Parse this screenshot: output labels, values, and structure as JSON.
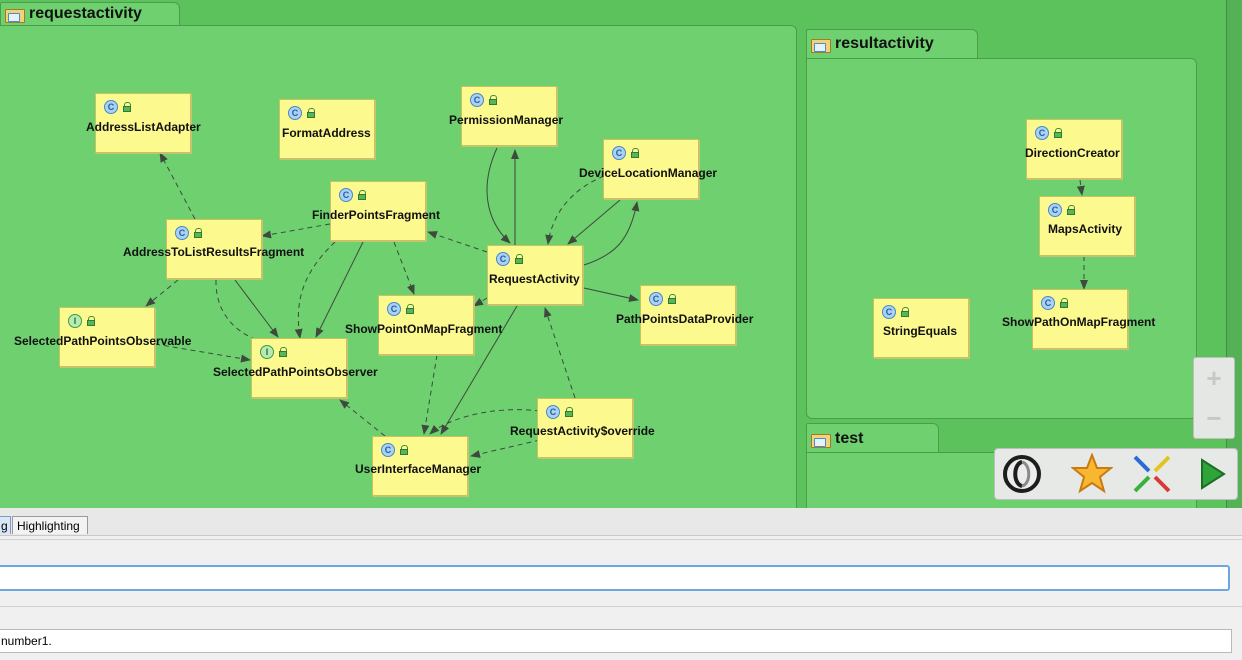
{
  "packages": {
    "requestactivity": {
      "label": "requestactivity"
    },
    "resultactivity": {
      "label": "resultactivity"
    },
    "test": {
      "label": "test"
    }
  },
  "nodes": [
    {
      "id": "address-list-adapter",
      "label": "AddressListAdapter",
      "kind": "C"
    },
    {
      "id": "format-address",
      "label": "FormatAddress",
      "kind": "C"
    },
    {
      "id": "permission-manager",
      "label": "PermissionManager",
      "kind": "C"
    },
    {
      "id": "device-location-manager",
      "label": "DeviceLocationManager",
      "kind": "C"
    },
    {
      "id": "finder-points-fragment",
      "label": "FinderPointsFragment",
      "kind": "C"
    },
    {
      "id": "address-to-list-results-fragment",
      "label": "AddressToListResultsFragment",
      "kind": "C"
    },
    {
      "id": "request-activity",
      "label": "RequestActivity",
      "kind": "C"
    },
    {
      "id": "path-points-data-provider",
      "label": "PathPointsDataProvider",
      "kind": "C"
    },
    {
      "id": "selected-path-points-observable",
      "label": "SelectedPathPointsObservable",
      "kind": "I"
    },
    {
      "id": "show-point-on-map-fragment",
      "label": "ShowPointOnMapFragment",
      "kind": "C"
    },
    {
      "id": "selected-path-points-observer",
      "label": "SelectedPathPointsObserver",
      "kind": "I"
    },
    {
      "id": "request-activity-override",
      "label": "RequestActivity$override",
      "kind": "C"
    },
    {
      "id": "user-interface-manager",
      "label": "UserInterfaceManager",
      "kind": "C"
    },
    {
      "id": "direction-creator",
      "label": "DirectionCreator",
      "kind": "C"
    },
    {
      "id": "maps-activity",
      "label": "MapsActivity",
      "kind": "C"
    },
    {
      "id": "string-equals",
      "label": "StringEquals",
      "kind": "C"
    },
    {
      "id": "show-path-on-map-fragment",
      "label": "ShowPathOnMapFragment",
      "kind": "C"
    }
  ],
  "zoom": {
    "in_symbol": "+",
    "out_symbol": "−"
  },
  "toolbar": {
    "icons": [
      "json-icon",
      "star-icon",
      "layout-arrows-icon",
      "run-icon"
    ]
  },
  "bottom": {
    "tabs": [
      {
        "label": "g",
        "selected": true
      },
      {
        "label": "Highlighting",
        "selected": false
      }
    ],
    "filter_input": {
      "value": ""
    },
    "status_field": {
      "value": "number1."
    }
  }
}
